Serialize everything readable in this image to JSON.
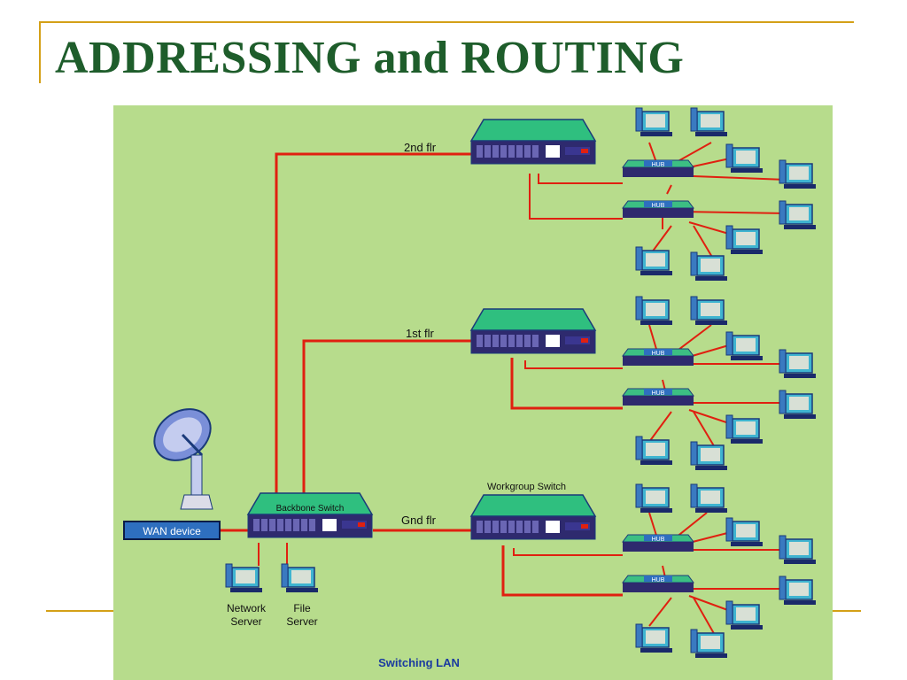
{
  "slide": {
    "title": "ADDRESSING and ROUTING"
  },
  "diagram": {
    "caption": "Switching LAN",
    "floors": {
      "second": "2nd flr",
      "first": "1st flr",
      "ground": "Gnd flr"
    },
    "devices": {
      "wan": "WAN device",
      "backbone": "Backbone Switch",
      "workgroup": "Workgroup Switch",
      "hub": "HUB"
    },
    "servers": {
      "network_line1": "Network",
      "network_line2": "Server",
      "file_line1": "File",
      "file_line2": "Server"
    }
  },
  "colors": {
    "title": "#1e5d2b",
    "accent_rule": "#d4a017",
    "background": "#b7dc8c",
    "link": "#e02010",
    "device_top": "#2fbf7f",
    "device_body": "#2e2a6e"
  }
}
